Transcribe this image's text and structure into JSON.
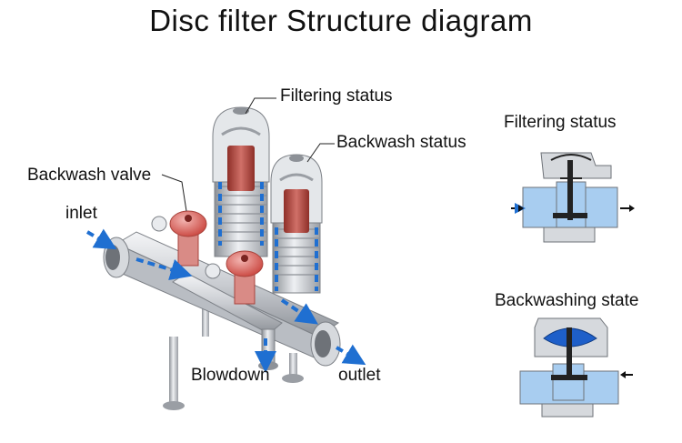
{
  "title": "Disc filter Structure diagram",
  "labels": {
    "filtering_status": "Filtering status",
    "backwash_status": "Backwash status",
    "backwash_valve": "Backwash valve",
    "inlet": "inlet",
    "blowdown": "Blowdown",
    "outlet": "outlet"
  },
  "side_panels": {
    "filtering_title": "Filtering status",
    "backwashing_title": "Backwashing state"
  },
  "colors": {
    "flow_blue": "#1f6fd1",
    "valve_red": "#d9534f",
    "disc_red": "#b8463c",
    "steel": "#c9ccd1",
    "water_light": "#a8cdf0",
    "water_dark": "#1e5fc9"
  }
}
